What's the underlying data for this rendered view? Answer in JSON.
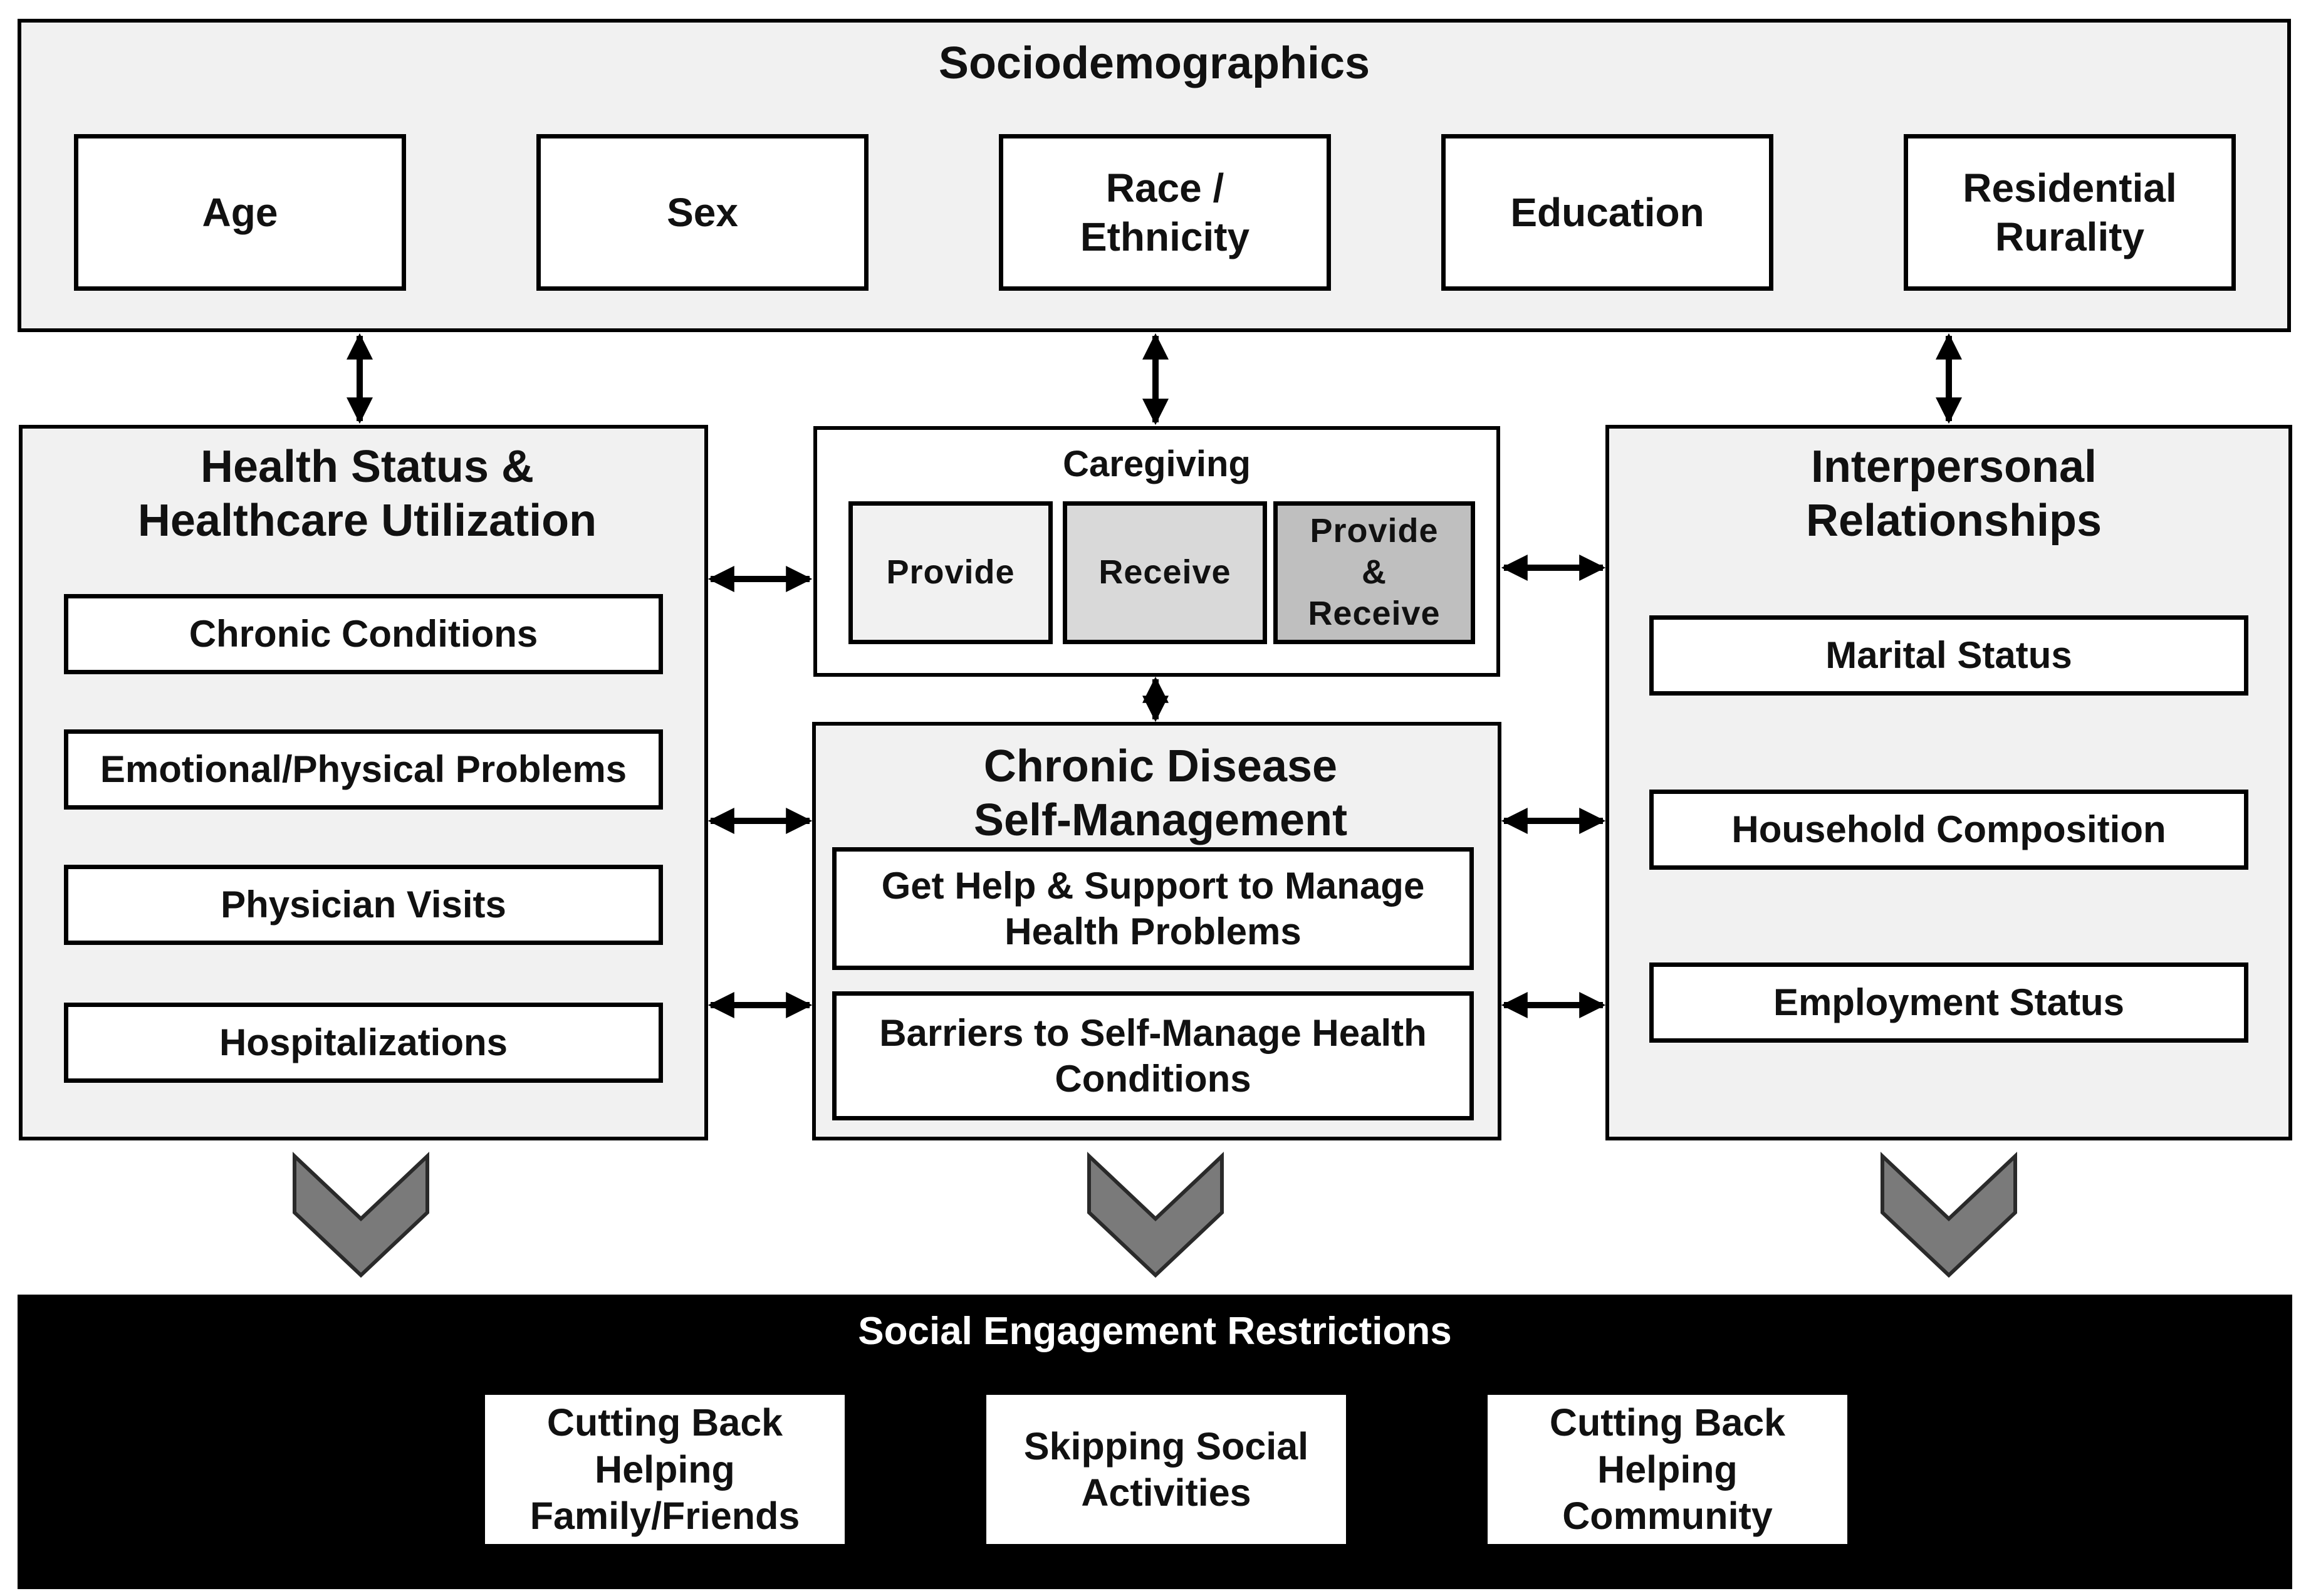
{
  "sociodemographics": {
    "title": "Sociodemographics",
    "items": [
      "Age",
      "Sex",
      "Race / Ethnicity",
      "Education",
      "Residential Rurality"
    ]
  },
  "health": {
    "title": "Health Status & Healthcare Utilization",
    "items": [
      "Chronic Conditions",
      "Emotional/Physical Problems",
      "Physician Visits",
      "Hospitalizations"
    ]
  },
  "caregiving": {
    "title": "Caregiving",
    "items": [
      "Provide",
      "Receive",
      "Provide & Receive"
    ],
    "colors": [
      "#f1f1f1",
      "#d9d9d9",
      "#bfbfbf"
    ]
  },
  "chronic": {
    "title": "Chronic Disease Self-Management",
    "items": [
      "Get Help & Support to Manage Health Problems",
      "Barriers to Self-Manage Health Conditions"
    ]
  },
  "interpersonal": {
    "title": "Interpersonal Relationships",
    "items": [
      "Marital Status",
      "Household Composition",
      "Employment Status"
    ]
  },
  "social": {
    "title": "Social Engagement Restrictions",
    "items": [
      "Cutting Back Helping Family/Friends",
      "Skipping Social Activities",
      "Cutting Back Helping Community"
    ]
  },
  "colors": {
    "panel": "#f1f1f1",
    "chevron": "#7a7a7a",
    "bar": "#000000"
  }
}
